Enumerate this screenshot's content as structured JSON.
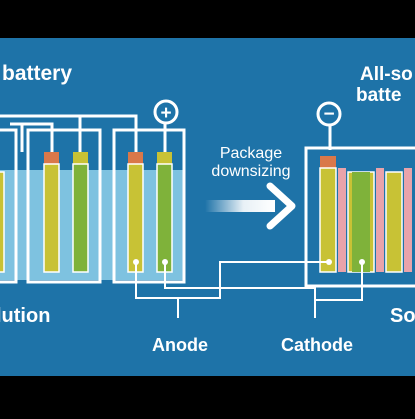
{
  "colors": {
    "background": "#1e73a8",
    "frame": "#000000",
    "outline": "#ffffff",
    "electrolyte": "#8fd0ea",
    "anode_rod": "#c8c235",
    "cathode_rod": "#7fb23a",
    "tab_top": "#d9784a",
    "separator": "#e9a3aa",
    "arrow": "#ffffff"
  },
  "left_battery": {
    "title": "battery",
    "label_bottom": "lution",
    "terminal_symbol": "+"
  },
  "transition": {
    "label_line1": "Package",
    "label_line2": "downsizing"
  },
  "right_battery": {
    "title_line1": "All-so",
    "title_line2": "batte",
    "label_bottom": "So",
    "terminal_symbol": "−"
  },
  "labels": {
    "anode": "Anode",
    "cathode": "Cathode"
  }
}
